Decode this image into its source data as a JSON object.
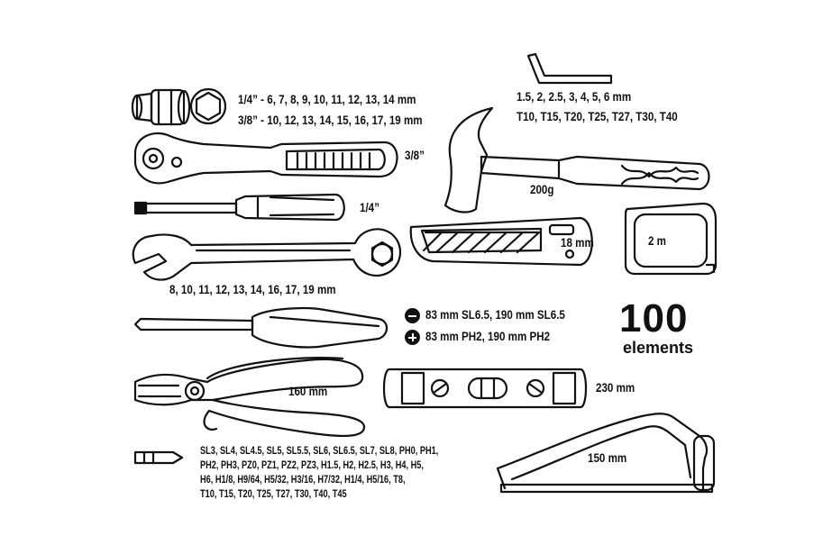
{
  "sockets": {
    "line1": "1/4” - 6, 7, 8, 9, 10, 11, 12, 13, 14 mm",
    "line2": "3/8” - 10, 12, 13, 14, 15, 16, 17, 19 mm"
  },
  "ratchet": {
    "size": "3/8”"
  },
  "extension": {
    "size": "1/4”"
  },
  "wrench": {
    "sizes": "8, 10, 11, 12, 13, 14, 16, 17, 19 mm"
  },
  "hex_keys": {
    "line1": "1.5, 2, 2.5, 3, 4, 5, 6 mm",
    "line2": "T10, T15, T20, T25, T27, T30, T40"
  },
  "hammer": {
    "weight": "200g"
  },
  "knife": {
    "blade": "18 mm"
  },
  "tape": {
    "length": "2 m"
  },
  "screwdrivers": {
    "slotted": "83 mm SL6.5, 190 mm SL6.5",
    "phillips": "83 mm PH2, 190 mm PH2"
  },
  "badge": {
    "count": "100",
    "word": "elements"
  },
  "pliers": {
    "length": "160 mm"
  },
  "level": {
    "length": "230 mm"
  },
  "saw": {
    "length": "150 mm"
  },
  "bits": {
    "lines": [
      "SL3, SL4, SL4.5, SL5, SL5.5, SL6, SL6.5, SL7, SL8, PH0, PH1,",
      "PH2, PH3, PZ0, PZ1, PZ2, PZ3, H1.5, H2, H2.5, H3, H4, H5,",
      "H6, H1/8, H9/64, H5/32, H3/16, H7/32, H1/4, H5/16, T8,",
      "T10, T15, T20, T25, T27, T30, T40, T45"
    ]
  },
  "icons": [
    "minus-circle-icon",
    "plus-circle-icon"
  ],
  "colors": {
    "ink": "#111111",
    "background": "#ffffff"
  }
}
